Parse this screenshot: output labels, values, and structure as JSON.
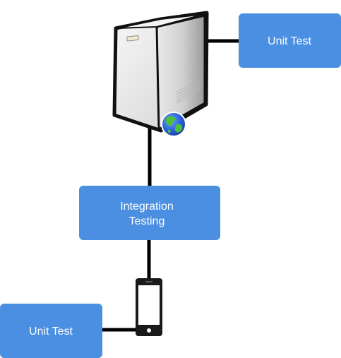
{
  "nodes": {
    "unit_test_server": {
      "label": "Unit Test",
      "color": "#4a8fe2"
    },
    "integration": {
      "label_lines": [
        "Integration",
        "Testing"
      ],
      "color": "#4a8fe2"
    },
    "unit_test_mobile": {
      "label": "Unit Test",
      "color": "#4a8fe2"
    }
  },
  "icons": {
    "server": "server-icon",
    "globe": "globe-icon",
    "phone": "smartphone-icon"
  },
  "colors": {
    "connector": "#000000",
    "box": "#4a8fe2",
    "box_text": "#ffffff"
  }
}
